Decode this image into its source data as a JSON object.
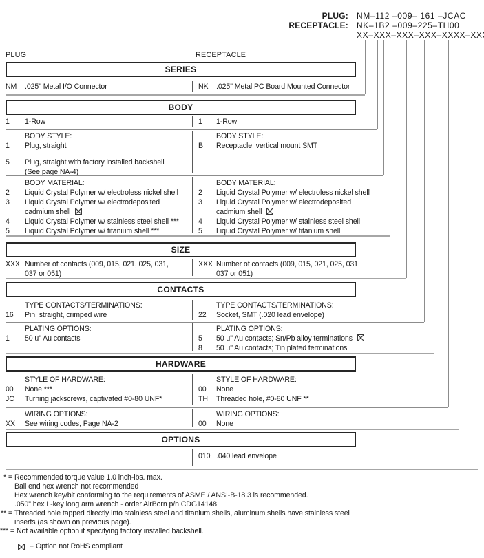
{
  "part_number": {
    "plug_label": "PLUG:",
    "plug_value": "NM–112 –009– 161 –JCAC",
    "receptacle_label": "RECEPTACLE:",
    "receptacle_value": "NK–1B2 –009–225–TH00",
    "mask_value": "XX–XXX–XXX–XXX–XXXX–XXX"
  },
  "column_headers": {
    "left": "PLUG",
    "right": "RECEPTACLE"
  },
  "sections": [
    {
      "title": "SERIES",
      "blocks": [
        {
          "left": [
            {
              "code": "NM",
              "text": ".025\" Metal I/O Connector"
            }
          ],
          "right": [
            {
              "code": "NK",
              "text": ".025\" Metal PC Board Mounted Connector"
            }
          ]
        }
      ]
    },
    {
      "title": "BODY",
      "blocks": [
        {
          "left": [
            {
              "code": "1",
              "text": "1-Row"
            }
          ],
          "right": [
            {
              "code": "1",
              "text": "1-Row"
            }
          ]
        },
        {
          "left": [
            {
              "sub": "BODY STYLE:"
            },
            {
              "code": "1",
              "text": "Plug, straight"
            },
            {
              "code": "5",
              "text": "Plug, straight with factory installed backshell",
              "gap": true
            },
            {
              "cont": "(See page NA-4)"
            }
          ],
          "right": [
            {
              "sub": "BODY STYLE:"
            },
            {
              "code": "B",
              "text": "Receptacle, vertical mount SMT"
            }
          ]
        },
        {
          "left": [
            {
              "sub": "BODY MATERIAL:"
            },
            {
              "code": "2",
              "text": "Liquid Crystal Polymer w/ electroless nickel shell"
            },
            {
              "code": "3",
              "text": "Liquid Crystal Polymer w/ electrodeposited"
            },
            {
              "cont": "cadmium shell",
              "rohs": true
            },
            {
              "code": "4",
              "text": "Liquid Crystal Polymer w/ stainless steel shell ***"
            },
            {
              "code": "5",
              "text": "Liquid Crystal Polymer w/ titanium shell ***"
            }
          ],
          "right": [
            {
              "sub": "BODY MATERIAL:"
            },
            {
              "code": "2",
              "text": "Liquid Crystal Polymer w/ electroless nickel shell"
            },
            {
              "code": "3",
              "text": "Liquid Crystal Polymer w/ electrodeposited"
            },
            {
              "cont": "cadmium shell",
              "rohs": true
            },
            {
              "code": "4",
              "text": " Liquid Crystal Polymer w/ stainless steel shell"
            },
            {
              "code": "5",
              "text": " Liquid Crystal Polymer w/ titanium shell"
            }
          ]
        }
      ]
    },
    {
      "title": "SIZE",
      "blocks": [
        {
          "left": [
            {
              "code": "XXX",
              "text": "Number of contacts (009, 015, 021, 025, 031,"
            },
            {
              "cont": "037 or 051)"
            }
          ],
          "right": [
            {
              "code": "XXX",
              "text": "Number of contacts (009, 015, 021, 025, 031,"
            },
            {
              "cont": "037 or 051)"
            }
          ]
        }
      ]
    },
    {
      "title": "CONTACTS",
      "blocks": [
        {
          "left": [
            {
              "sub": "TYPE CONTACTS/TERMINATIONS:"
            },
            {
              "code": "16",
              "text": "Pin, straight, crimped wire"
            }
          ],
          "right": [
            {
              "sub": "TYPE CONTACTS/TERMINATIONS:"
            },
            {
              "code": "22",
              "text": "Socket, SMT (.020 lead envelope)"
            }
          ]
        },
        {
          "left": [
            {
              "sub": "PLATING OPTIONS:"
            },
            {
              "code": "1",
              "text": "50 u\" Au contacts"
            }
          ],
          "right": [
            {
              "sub": "PLATING OPTIONS:"
            },
            {
              "code": "5",
              "text": "50 u\" Au contacts; Sn/Pb alloy terminations",
              "rohs": true
            },
            {
              "code": "8",
              "text": " 50 u\" Au contacts; Tin plated terminations"
            }
          ]
        }
      ]
    },
    {
      "title": "HARDWARE",
      "blocks": [
        {
          "left": [
            {
              "sub": "STYLE OF HARDWARE:"
            },
            {
              "code": "00",
              "text": "None  ***"
            },
            {
              "code": "JC",
              "text": "Turning jackscrews, captivated #0-80 UNF*"
            }
          ],
          "right": [
            {
              "sub": "STYLE OF HARDWARE:"
            },
            {
              "code": "00",
              "text": "None"
            },
            {
              "code": "TH",
              "text": "Threaded hole, #0-80 UNF  **"
            }
          ]
        },
        {
          "left": [
            {
              "sub": "WIRING OPTIONS:"
            },
            {
              "code": "XX",
              "text": "See wiring codes, Page NA-2"
            }
          ],
          "right": [
            {
              "sub": "WIRING OPTIONS:"
            },
            {
              "code": "00",
              "text": "None"
            }
          ]
        }
      ]
    },
    {
      "title": "OPTIONS",
      "blocks": [
        {
          "left": [],
          "right": [
            {
              "code": "010",
              "text": ".040 lead envelope"
            }
          ]
        }
      ]
    }
  ],
  "footnotes": [
    {
      "marker": "* =",
      "lines": [
        "Recommended torque value 1.0 inch-lbs. max.",
        "Ball end hex wrench not recommended",
        "Hex wrench key/bit conforming to the requirements of ASME / ANSI-B-18.3 is recommended.",
        ".050\" hex L-key long arm wrench - order AirBorn p/n CDG14148."
      ]
    },
    {
      "marker": "** =",
      "lines": [
        "Threaded hole tapped directly into stainless steel and titanium shells, aluminum shells have stainless steel",
        "inserts (as shown on previous page)."
      ]
    },
    {
      "marker": "*** =",
      "lines": [
        "Not available option if specifying factory installed backshell."
      ]
    },
    {
      "marker": "=",
      "rohs": true,
      "gap": true,
      "lines": [
        "Option not RoHS compliant"
      ]
    }
  ]
}
